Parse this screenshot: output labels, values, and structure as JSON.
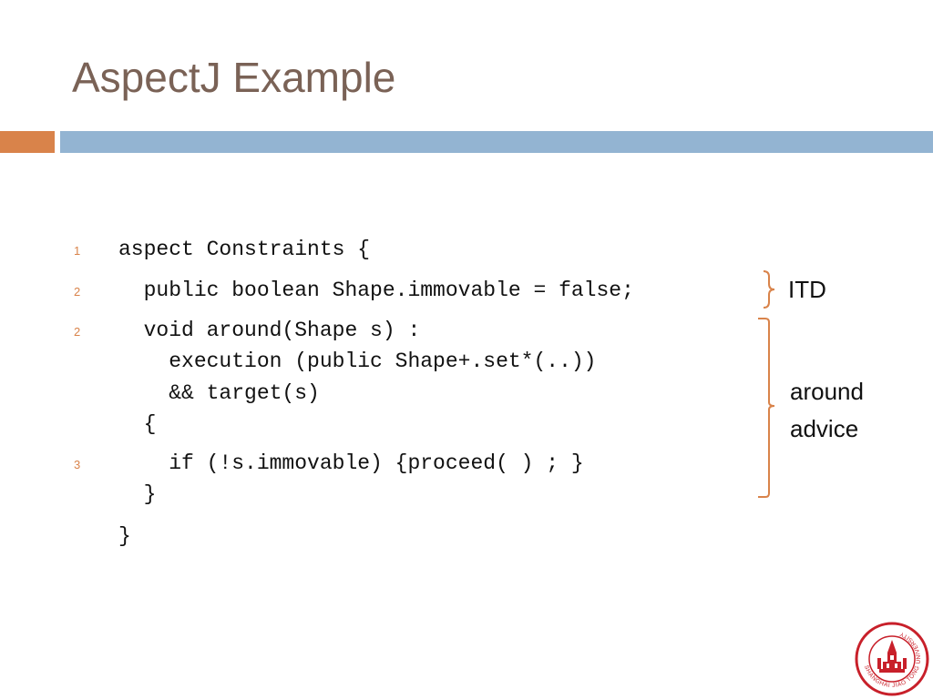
{
  "slide": {
    "title": "AspectJ Example"
  },
  "code": {
    "line_numbers": [
      "1",
      "2",
      "2",
      "3"
    ],
    "lines": [
      "aspect Constraints {",
      "  public boolean Shape.immovable = false;",
      "  void around(Shape s) :",
      "    execution (public Shape+.set*(..))",
      "    && target(s)",
      "  {",
      "    if (!s.immovable) {proceed( ) ; }",
      "  }",
      "}"
    ]
  },
  "annotations": {
    "itd": "ITD",
    "around_advice_line1": "around",
    "around_advice_line2": "advice"
  },
  "logo": {
    "name": "Shanghai Jiao Tong University seal",
    "text": "SHANGHAI JIAO TONG UNIVERSITY"
  },
  "colors": {
    "title": "#7a6256",
    "accent_orange": "#d9834a",
    "accent_blue": "#93b4d2",
    "seal_red": "#c8202a"
  }
}
